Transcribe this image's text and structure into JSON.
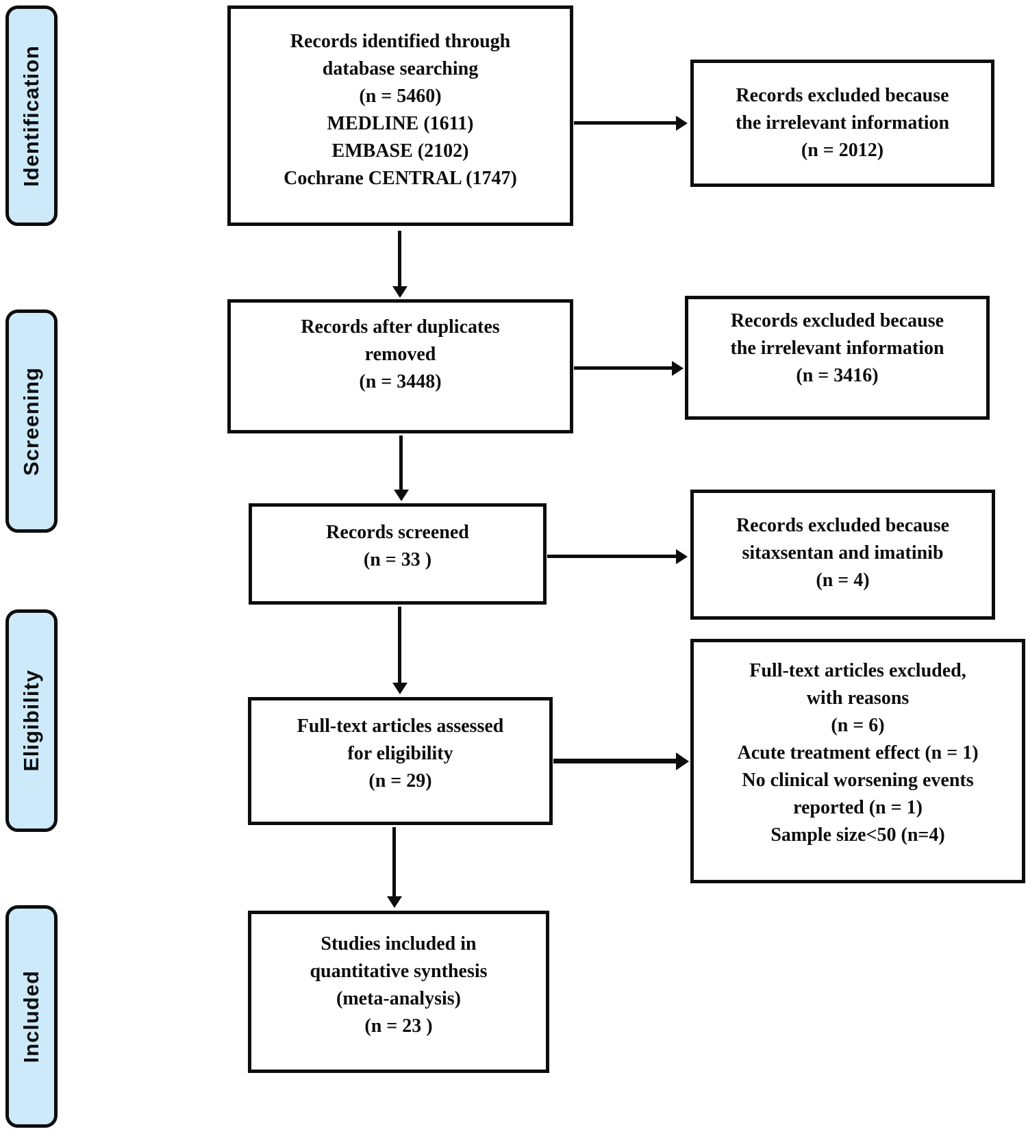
{
  "colors": {
    "stage_fill": "#cdeafb",
    "box_fill": "#ffffff",
    "ink": "#0d0d0d",
    "paper": "#ffffff"
  },
  "stages": [
    {
      "label": "Identification"
    },
    {
      "label": "Screening"
    },
    {
      "label": "Eligibility"
    },
    {
      "label": "Included"
    }
  ],
  "flow": [
    {
      "lines": [
        "Records identified through",
        "database searching",
        "(n = 5460)",
        "MEDLINE (1611)",
        "EMBASE (2102)",
        "Cochrane CENTRAL (1747)"
      ]
    },
    {
      "lines": [
        "Records after duplicates",
        "removed",
        "(n = 3448)"
      ]
    },
    {
      "lines": [
        "Records screened",
        "(n = 33 )"
      ]
    },
    {
      "lines": [
        "Full-text articles assessed",
        "for eligibility",
        "(n = 29)"
      ]
    },
    {
      "lines": [
        "Studies included in",
        "quantitative synthesis",
        "(meta-analysis)",
        "(n = 23 )"
      ]
    }
  ],
  "exclusions": [
    {
      "lines": [
        "Records excluded because",
        "the irrelevant information",
        "(n = 2012)"
      ]
    },
    {
      "lines": [
        "Records excluded because",
        "the irrelevant information",
        "(n = 3416)"
      ]
    },
    {
      "lines": [
        "Records excluded because",
        "sitaxsentan and imatinib",
        "(n = 4)"
      ]
    },
    {
      "lines": [
        "Full-text articles excluded,",
        "with reasons",
        "(n = 6)",
        "Acute treatment effect (n = 1)",
        "No clinical worsening events",
        "reported (n = 1)",
        "Sample size<50 (n=4)"
      ]
    }
  ]
}
